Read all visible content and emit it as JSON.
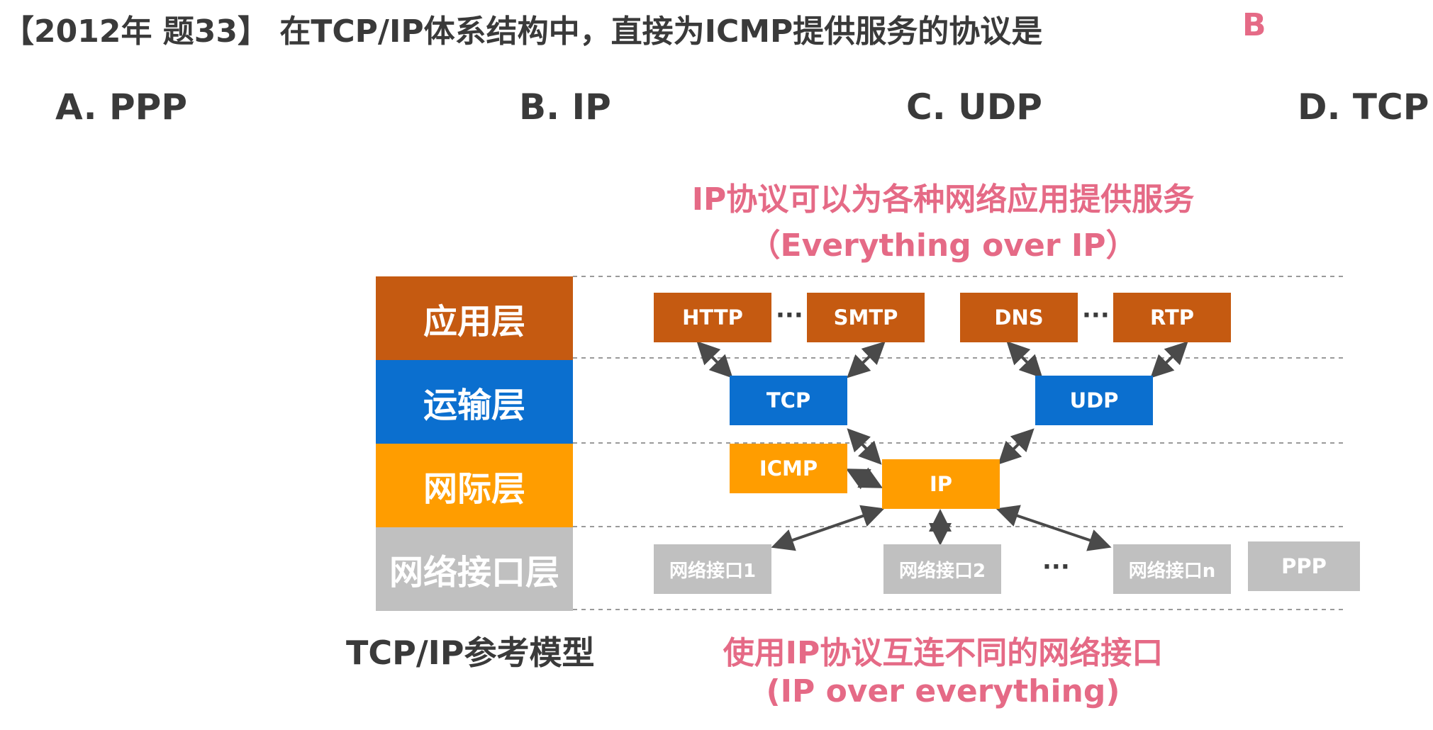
{
  "question": {
    "text": "【2012年 题33】 在TCP/IP体系结构中，直接为ICMP提供服务的协议是",
    "answer": "B"
  },
  "options": [
    {
      "label": "A. PPP"
    },
    {
      "label": "B. IP"
    },
    {
      "label": "C. UDP"
    },
    {
      "label": "D. TCP"
    }
  ],
  "notes": {
    "top_line1": "IP协议可以为各种网络应用提供服务",
    "top_line2": "（Everything over IP）",
    "bottom_line1": "使用IP协议互连不同的网络接口",
    "bottom_line2": "(IP over everything)"
  },
  "layers": [
    {
      "name": "应用层",
      "color": "#c55a11"
    },
    {
      "name": "运输层",
      "color": "#0b6fcf"
    },
    {
      "name": "网际层",
      "color": "#ff9d00"
    },
    {
      "name": "网络接口层",
      "color": "#c0c0c0"
    }
  ],
  "protocols": {
    "http": "HTTP",
    "smtp": "SMTP",
    "dns": "DNS",
    "rtp": "RTP",
    "tcp": "TCP",
    "udp": "UDP",
    "icmp": "ICMP",
    "ip": "IP",
    "net1": "网络接口1",
    "net2": "网络接口2",
    "netn": "网络接口n",
    "ppp": "PPP"
  },
  "ellipsis": "···",
  "caption": "TCP/IP参考模型",
  "colors": {
    "accent": "#e56a86",
    "application": "#c55a11",
    "transport": "#0b6fcf",
    "internet": "#ff9d00",
    "interface": "#c0c0c0",
    "arrow": "#4a4a4a"
  }
}
